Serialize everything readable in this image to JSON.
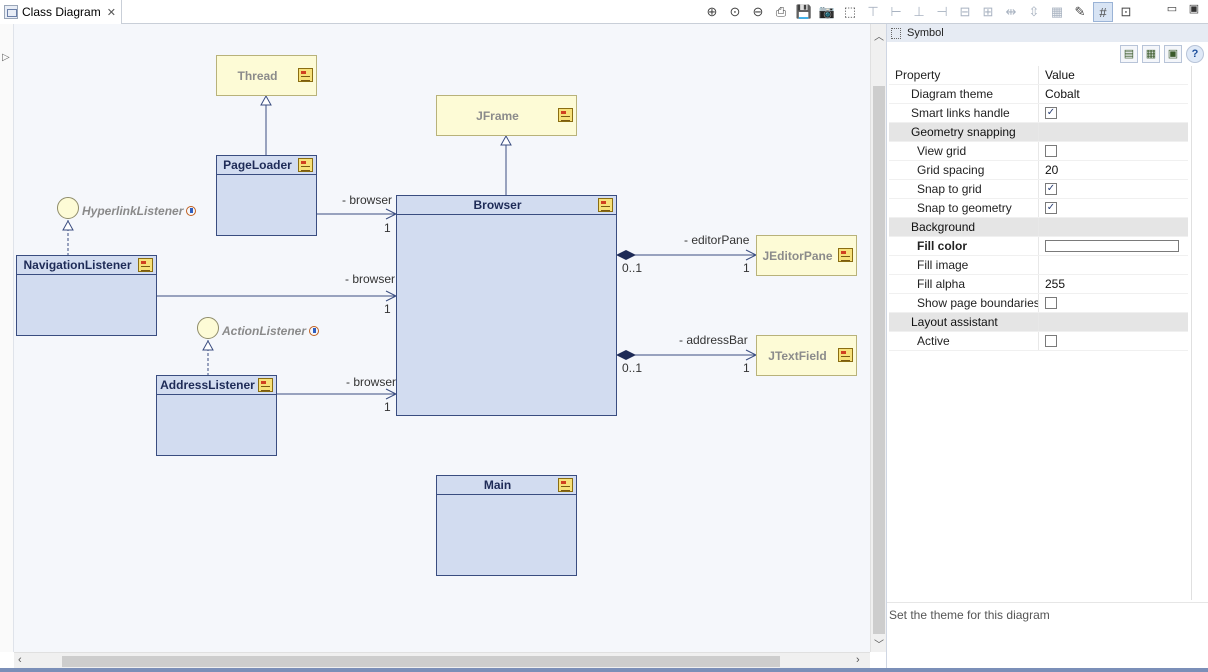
{
  "tab": {
    "label": "Class Diagram",
    "close": "✕"
  },
  "toolbar": {
    "buttons": [
      "zoom-in-icon",
      "zoom-fit-icon",
      "zoom-out-icon",
      "print-icon",
      "save-icon",
      "export-image-icon",
      "select-frame-icon",
      "align-top-icon",
      "align-left-icon",
      "align-bottom-icon",
      "align-right-icon",
      "align-middle-icon",
      "align-center-icon",
      "distribute-h-icon",
      "distribute-v-icon",
      "grid-layout-icon",
      "auto-layout-icon",
      "smart-grid-icon",
      "snap-grid-icon"
    ],
    "glyphs": [
      "⊕",
      "⊙",
      "⊖",
      "⎙",
      "💾",
      "📷",
      "⬚",
      "⊤",
      "⊢",
      "⊥",
      "⊣",
      "⊟",
      "⊞",
      "⇹",
      "⇳",
      "▦",
      "✎",
      "#",
      "⊡"
    ]
  },
  "window": {
    "minimize": "▭",
    "restore": "▣"
  },
  "diagram": {
    "classes": {
      "thread": "Thread",
      "jframe": "JFrame",
      "pageloader": "PageLoader",
      "browser": "Browser",
      "navigationlistener": "NavigationListener",
      "addresslistener": "AddressListener",
      "jeditorpane": "JEditorPane",
      "jtextfield": "JTextField",
      "main": "Main"
    },
    "interfaces": {
      "hyperlinklistener": "HyperlinkListener",
      "actionlistener": "ActionListener"
    },
    "links": {
      "pl_role": "- browser",
      "pl_mult": "1",
      "nl_role": "- browser",
      "nl_mult": "1",
      "al_role": "- browser",
      "al_mult": "1",
      "ep_role": "- editorPane",
      "ep_src": "0..1",
      "ep_mult": "1",
      "ab_role": "- addressBar",
      "ab_src": "0..1",
      "ab_mult": "1"
    }
  },
  "panel": {
    "title": "Symbol",
    "header": {
      "property": "Property",
      "value": "Value"
    },
    "rows": {
      "theme": {
        "label": "Diagram theme",
        "value": "Cobalt"
      },
      "smart": {
        "label": "Smart links handle",
        "checked": "✓"
      },
      "geo": {
        "label": "Geometry snapping"
      },
      "viewgrid": {
        "label": "View grid",
        "checked": ""
      },
      "spacing": {
        "label": "Grid spacing",
        "value": "20"
      },
      "snapgrid": {
        "label": "Snap to grid",
        "checked": "✓"
      },
      "snapgeo": {
        "label": "Snap to geometry",
        "checked": "✓"
      },
      "bg": {
        "label": "Background"
      },
      "fillcolor": {
        "label": "Fill color",
        "color": "#ffffff"
      },
      "fillimage": {
        "label": "Fill image"
      },
      "fillalpha": {
        "label": "Fill alpha",
        "value": "255"
      },
      "pageb": {
        "label": "Show page boundaries",
        "checked": ""
      },
      "layout": {
        "label": "Layout assistant"
      },
      "active": {
        "label": "Active",
        "checked": ""
      }
    },
    "description": "Set the theme for this diagram"
  },
  "colors": {
    "class_fill": "#d2dcf0",
    "class_border": "#3a4d80",
    "external_fill": "#fdfbd6",
    "canvas": "#f5f7fb"
  }
}
